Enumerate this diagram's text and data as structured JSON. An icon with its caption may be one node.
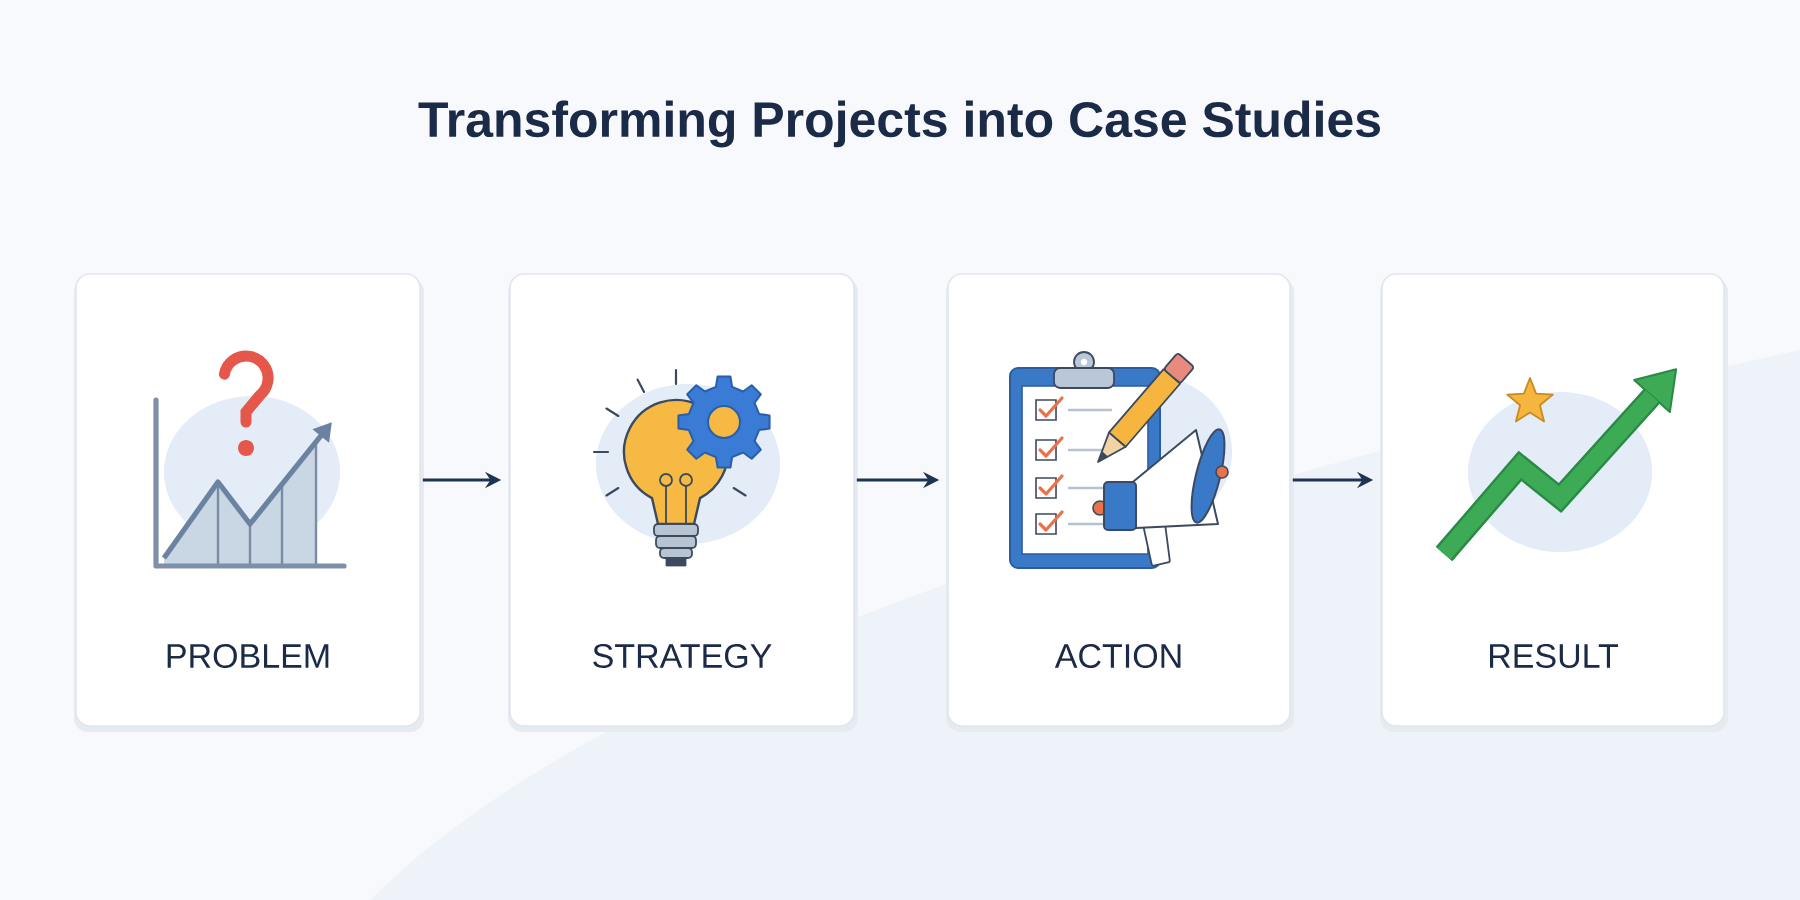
{
  "diagram": {
    "title": "Transforming Projects into Case Studies",
    "nodes": [
      {
        "text": [
          "PROBLEM"
        ]
      },
      {
        "text": [
          "STRATEGY"
        ]
      },
      {
        "text": [
          "ACTION"
        ]
      },
      {
        "text": [
          "RESULT"
        ]
      }
    ],
    "edges": [
      {
        "from": 0,
        "to": 1,
        "arrow": "to"
      },
      {
        "from": 1,
        "to": 2,
        "arrow": "to"
      },
      {
        "from": 2,
        "to": 3,
        "arrow": "to"
      }
    ]
  }
}
